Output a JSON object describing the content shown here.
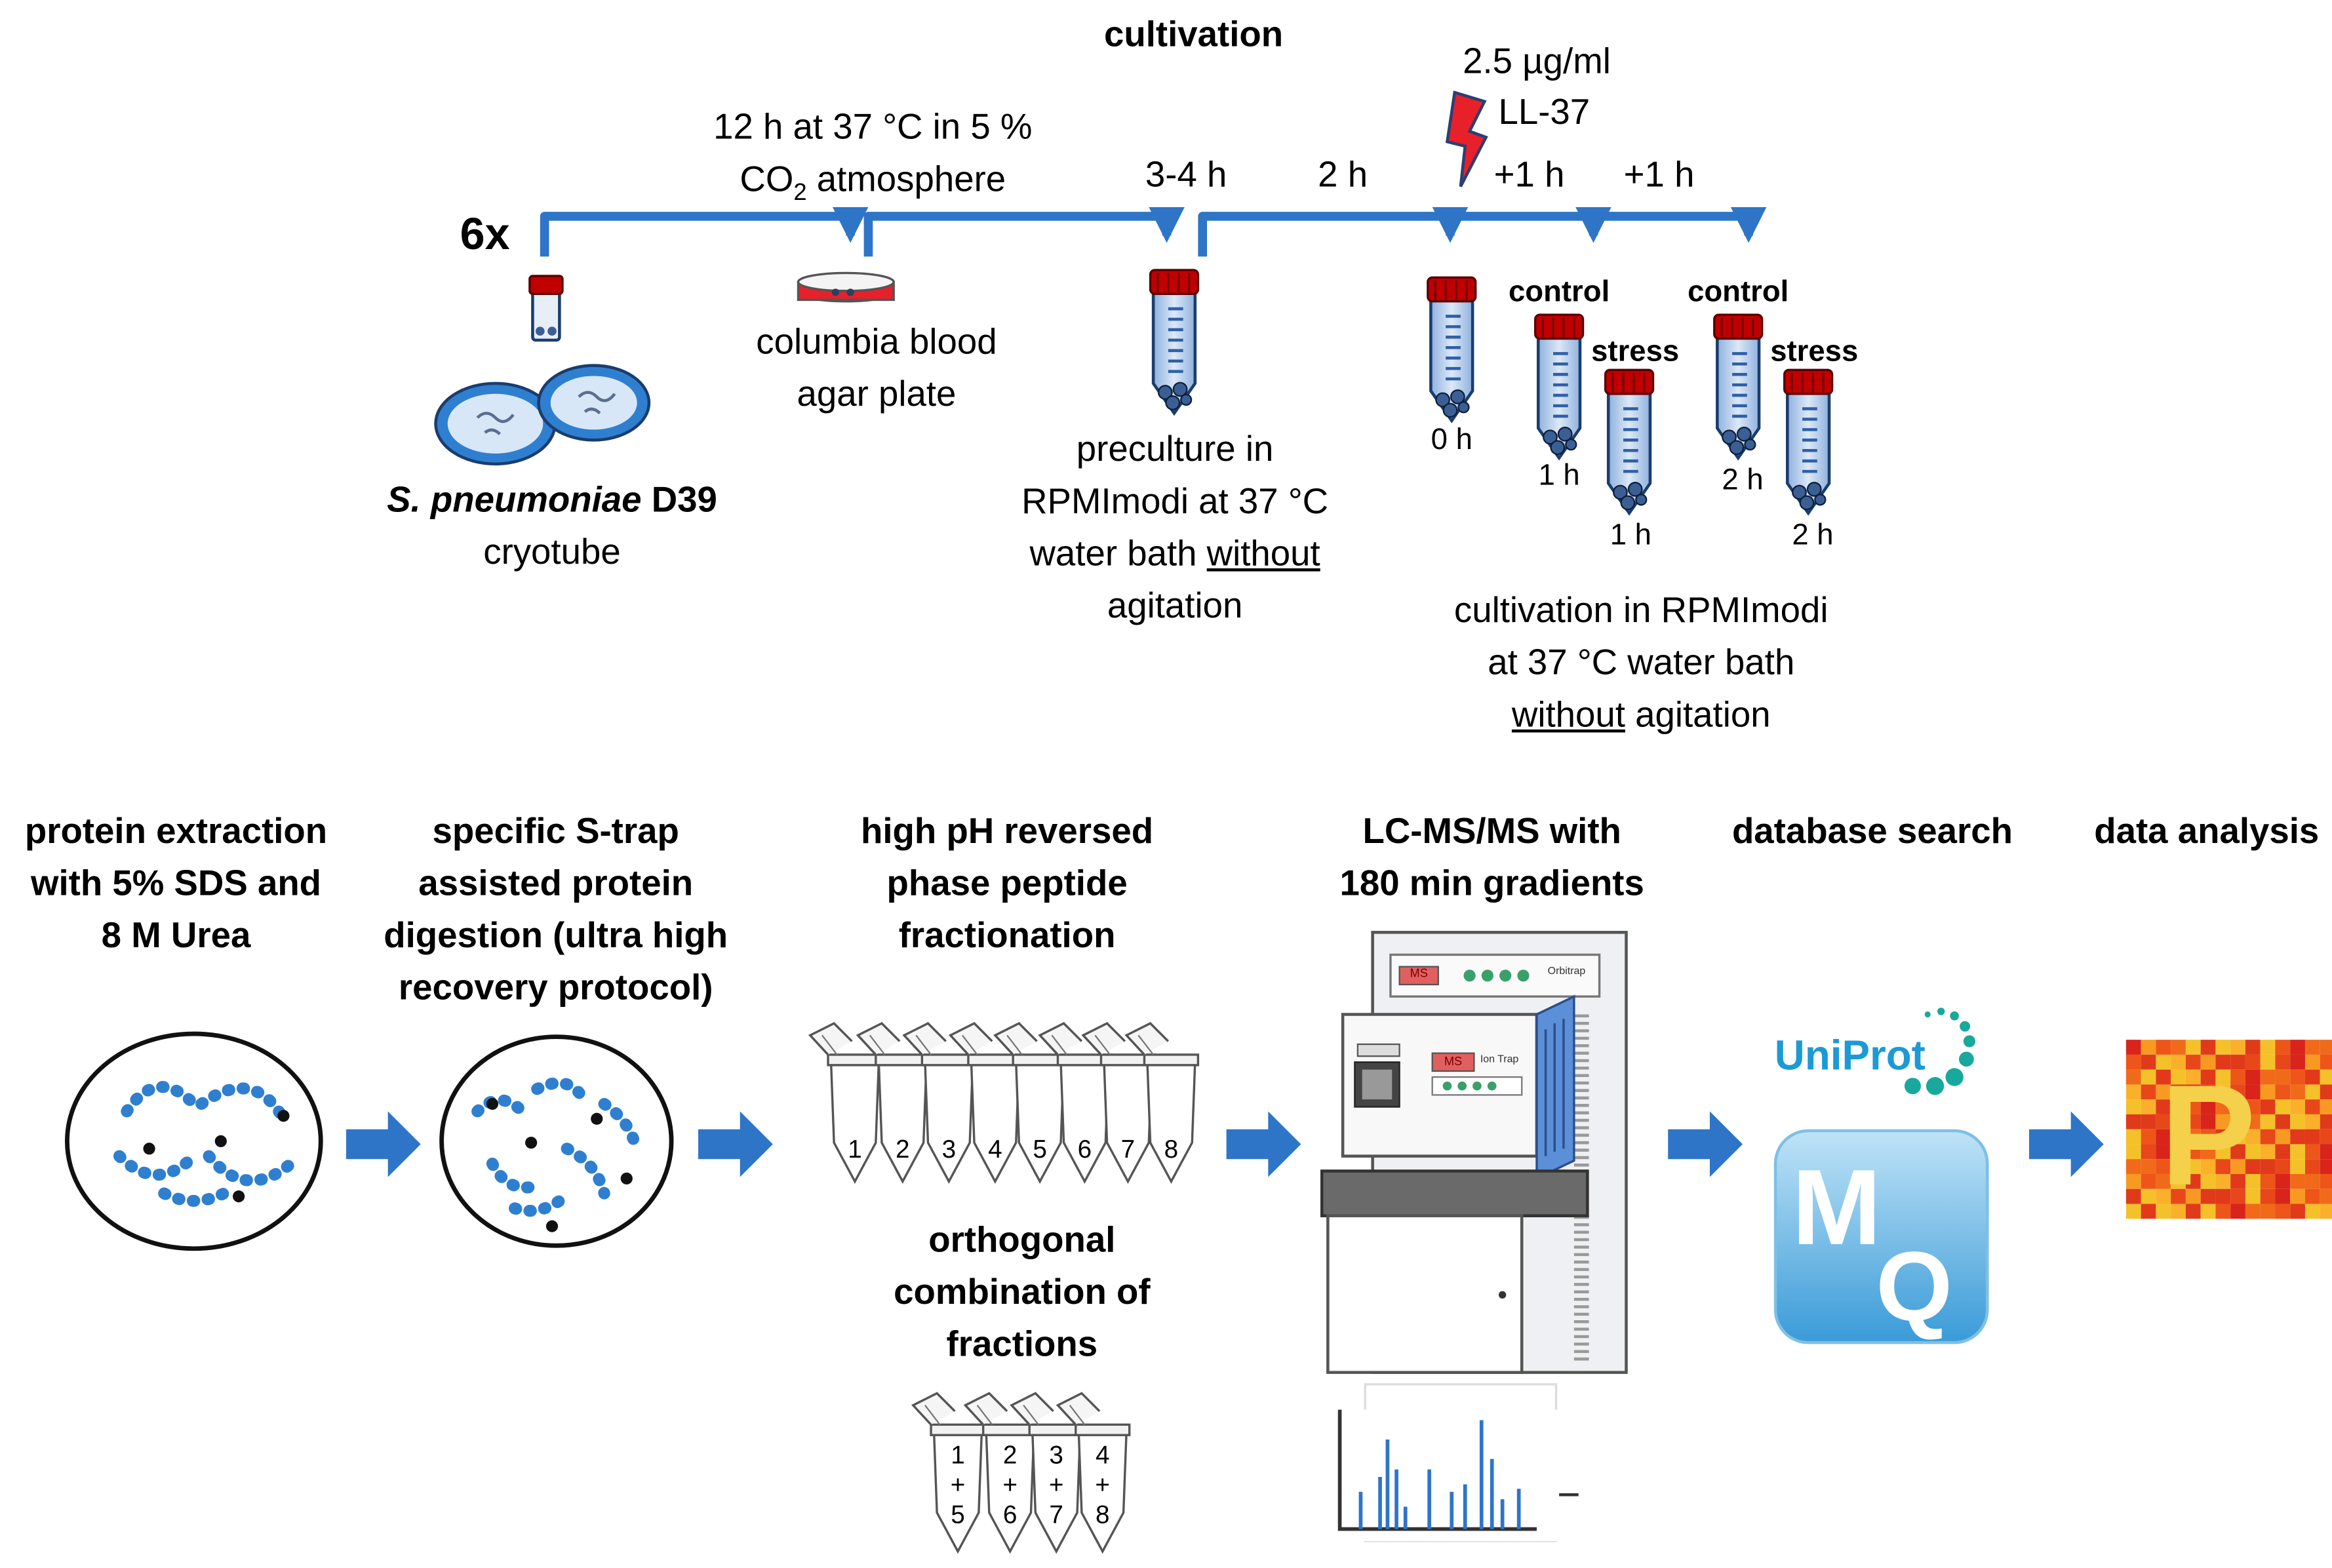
{
  "top": {
    "title": "cultivation",
    "multiplier": "6x",
    "concentration": "2.5 µg/ml",
    "peptide": "LL-37",
    "step1_duration_line1": "12 h at 37 °C in 5 %",
    "step1_duration_co": "CO",
    "step1_duration_sub": "2",
    "step1_duration_tail": " atmosphere",
    "step2_duration": "3-4 h",
    "step3_duration": "2 h",
    "step4_duration": "+1 h",
    "step5_duration": "+1 h",
    "strain_italic": "S. pneumoniae",
    "strain_rest": " D39",
    "strain_container": "cryotube",
    "plate_line1": "columbia blood",
    "plate_line2": "agar plate",
    "preculture_line1": "preculture in",
    "preculture_line2": "RPMImodi at 37 °C",
    "preculture_line3_a": "water bath ",
    "preculture_line3_b": "without",
    "preculture_line4": "agitation",
    "tube_0h": "0 h",
    "control1": "control",
    "stress1": "stress",
    "control1_time": "1 h",
    "stress1_time": "1 h",
    "control2": "control",
    "stress2": "stress",
    "control2_time": "2 h",
    "stress2_time": "2 h",
    "cultivation_line1": "cultivation in RPMImodi",
    "cultivation_line2": "at 37 °C water bath",
    "cultivation_line3_a": "without",
    "cultivation_line3_b": " agitation"
  },
  "bottom": {
    "step1": [
      "protein extraction",
      "with 5% SDS and",
      "8 M Urea"
    ],
    "step2": [
      "specific S-trap",
      "assisted protein",
      "digestion (ultra high",
      "recovery protocol)"
    ],
    "step3": [
      "high pH reversed",
      "phase peptide",
      "fractionation"
    ],
    "step3b": [
      "orthogonal",
      "combination of",
      "fractions"
    ],
    "step4": [
      "LC-MS/MS with",
      "180 min gradients"
    ],
    "step5": "database search",
    "step6": "data analysis",
    "fractions": [
      "1",
      "2",
      "3",
      "4",
      "5",
      "6",
      "7",
      "8"
    ],
    "combined": [
      [
        "1",
        "+",
        "5"
      ],
      [
        "2",
        "+",
        "6"
      ],
      [
        "3",
        "+",
        "7"
      ],
      [
        "4",
        "+",
        "8"
      ]
    ],
    "ms_label1": "MS",
    "ms_label_orbi": "Orbitrap",
    "ms_label2": "MS",
    "ms_label_ion": "Ion Trap",
    "uniprot": "UniProt",
    "mq_m": "M",
    "mq_q": "Q",
    "perseus": "P"
  },
  "colors": {
    "arrow_blue": "#2e75c8",
    "tube_cap_red": "#c00000",
    "lightning_red": "#e8202a",
    "cell_blue": "#2f7fd0",
    "uniprot_blue": "#1c9ad6",
    "uniprot_teal": "#18a89c"
  }
}
